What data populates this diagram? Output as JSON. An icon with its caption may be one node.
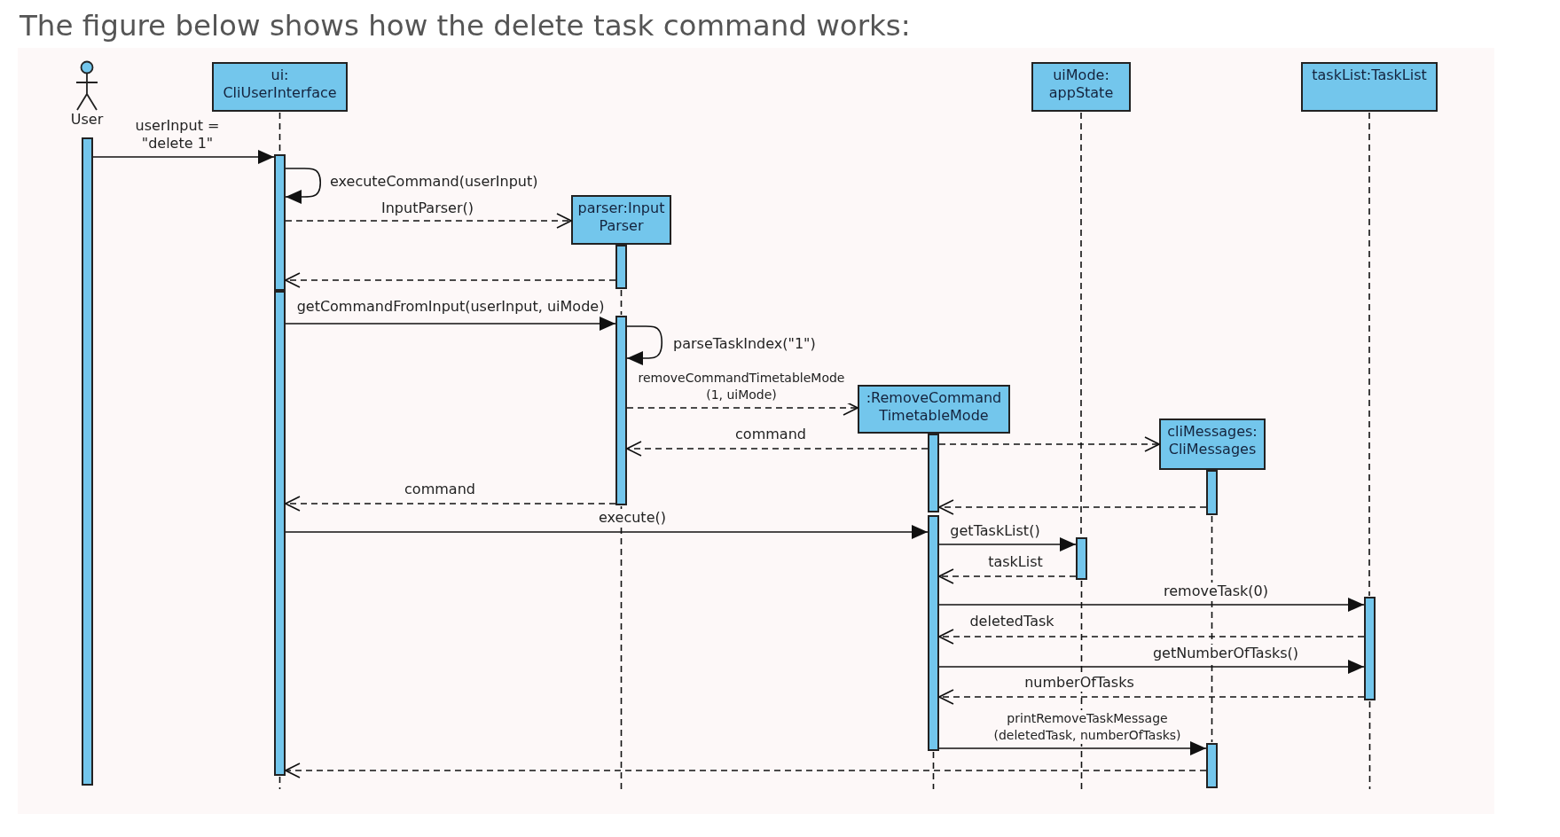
{
  "diagram": {
    "title": "The figure below shows how the delete task command works:",
    "nodes": [
      {
        "text": [
          "User"
        ]
      },
      {
        "text": [
          "ui: CliUserInterface"
        ]
      },
      {
        "text": [
          "uiMode: appState"
        ]
      },
      {
        "text": [
          "taskList:TaskList"
        ]
      },
      {
        "text": [
          "parser:Input Parser"
        ]
      },
      {
        "text": [
          ":RemoveCommand TimetableMode"
        ]
      },
      {
        "text": [
          "cliMessages: CliMessages"
        ]
      },
      {
        "text": [],
        "shape": "bar"
      },
      {
        "text": [],
        "shape": "bar"
      },
      {
        "text": [],
        "shape": "bar"
      },
      {
        "text": [],
        "shape": "bar"
      },
      {
        "text": [],
        "shape": "bar"
      },
      {
        "text": [],
        "shape": "bar"
      },
      {
        "text": [],
        "shape": "bar"
      },
      {
        "text": [],
        "shape": "bar"
      },
      {
        "text": [],
        "shape": "bar"
      },
      {
        "text": [],
        "shape": "bar"
      },
      {
        "text": [],
        "shape": "bar"
      }
    ],
    "edges": [
      {
        "from": 7,
        "to": 8,
        "arrow": "to",
        "label": "userInput = \"delete 1\""
      },
      {
        "from": 8,
        "to": 8,
        "arrow": "to",
        "label": "executeCommand(userInput)"
      },
      {
        "from": 8,
        "to": 4,
        "arrow": "to",
        "label": "InputParser()",
        "style": "dashed"
      },
      {
        "from": 10,
        "to": 8,
        "arrow": "to",
        "style": "dashed"
      },
      {
        "from": 9,
        "to": 11,
        "arrow": "to",
        "label": "getCommandFromInput(userInput, uiMode)"
      },
      {
        "from": 11,
        "to": 11,
        "arrow": "to",
        "label": "parseTaskIndex(\"1\")"
      },
      {
        "from": 11,
        "to": 5,
        "arrow": "to",
        "label": "removeCommandTimetableMode (1, uiMode)",
        "style": "dashed"
      },
      {
        "from": 12,
        "to": 6,
        "arrow": "to",
        "style": "dashed"
      },
      {
        "from": 12,
        "to": 11,
        "arrow": "to",
        "label": "command",
        "style": "dashed"
      },
      {
        "from": 11,
        "to": 9,
        "arrow": "to",
        "label": "command",
        "style": "dashed"
      },
      {
        "from": 15,
        "to": 12,
        "arrow": "to",
        "style": "dashed"
      },
      {
        "from": 9,
        "to": 13,
        "arrow": "to",
        "label": "execute()"
      },
      {
        "from": 13,
        "to": 14,
        "arrow": "to",
        "label": "getTaskList()"
      },
      {
        "from": 14,
        "to": 13,
        "arrow": "to",
        "label": "taskList",
        "style": "dashed"
      },
      {
        "from": 13,
        "to": 17,
        "arrow": "to",
        "label": "removeTask(0)"
      },
      {
        "from": 17,
        "to": 13,
        "arrow": "to",
        "label": "deletedTask",
        "style": "dashed"
      },
      {
        "from": 13,
        "to": 17,
        "arrow": "to",
        "label": "getNumberOfTasks()"
      },
      {
        "from": 17,
        "to": 13,
        "arrow": "to",
        "label": "numberOfTasks",
        "style": "dashed"
      },
      {
        "from": 13,
        "to": 16,
        "arrow": "to",
        "label": "printRemoveTaskMessage (deletedTask, numberOfTasks)"
      },
      {
        "from": 16,
        "to": 9,
        "arrow": "to",
        "style": "dashed"
      },
      {
        "from": 1,
        "to": 8,
        "arrow": "none",
        "style": "dashed"
      },
      {
        "from": 9,
        "to": null,
        "arrow": "none",
        "style": "dashed"
      },
      {
        "from": 10,
        "to": 11,
        "arrow": "none",
        "style": "dashed"
      },
      {
        "from": 11,
        "to": null,
        "arrow": "none",
        "style": "dashed"
      },
      {
        "from": 13,
        "to": null,
        "arrow": "none",
        "style": "dashed"
      },
      {
        "from": 2,
        "to": 14,
        "arrow": "none",
        "style": "dashed"
      },
      {
        "from": 14,
        "to": null,
        "arrow": "none",
        "style": "dashed"
      },
      {
        "from": 15,
        "to": 16,
        "arrow": "none",
        "style": "dashed"
      },
      {
        "from": 3,
        "to": 17,
        "arrow": "none",
        "style": "dashed"
      },
      {
        "from": 17,
        "to": null,
        "arrow": "none",
        "style": "dashed"
      }
    ]
  }
}
